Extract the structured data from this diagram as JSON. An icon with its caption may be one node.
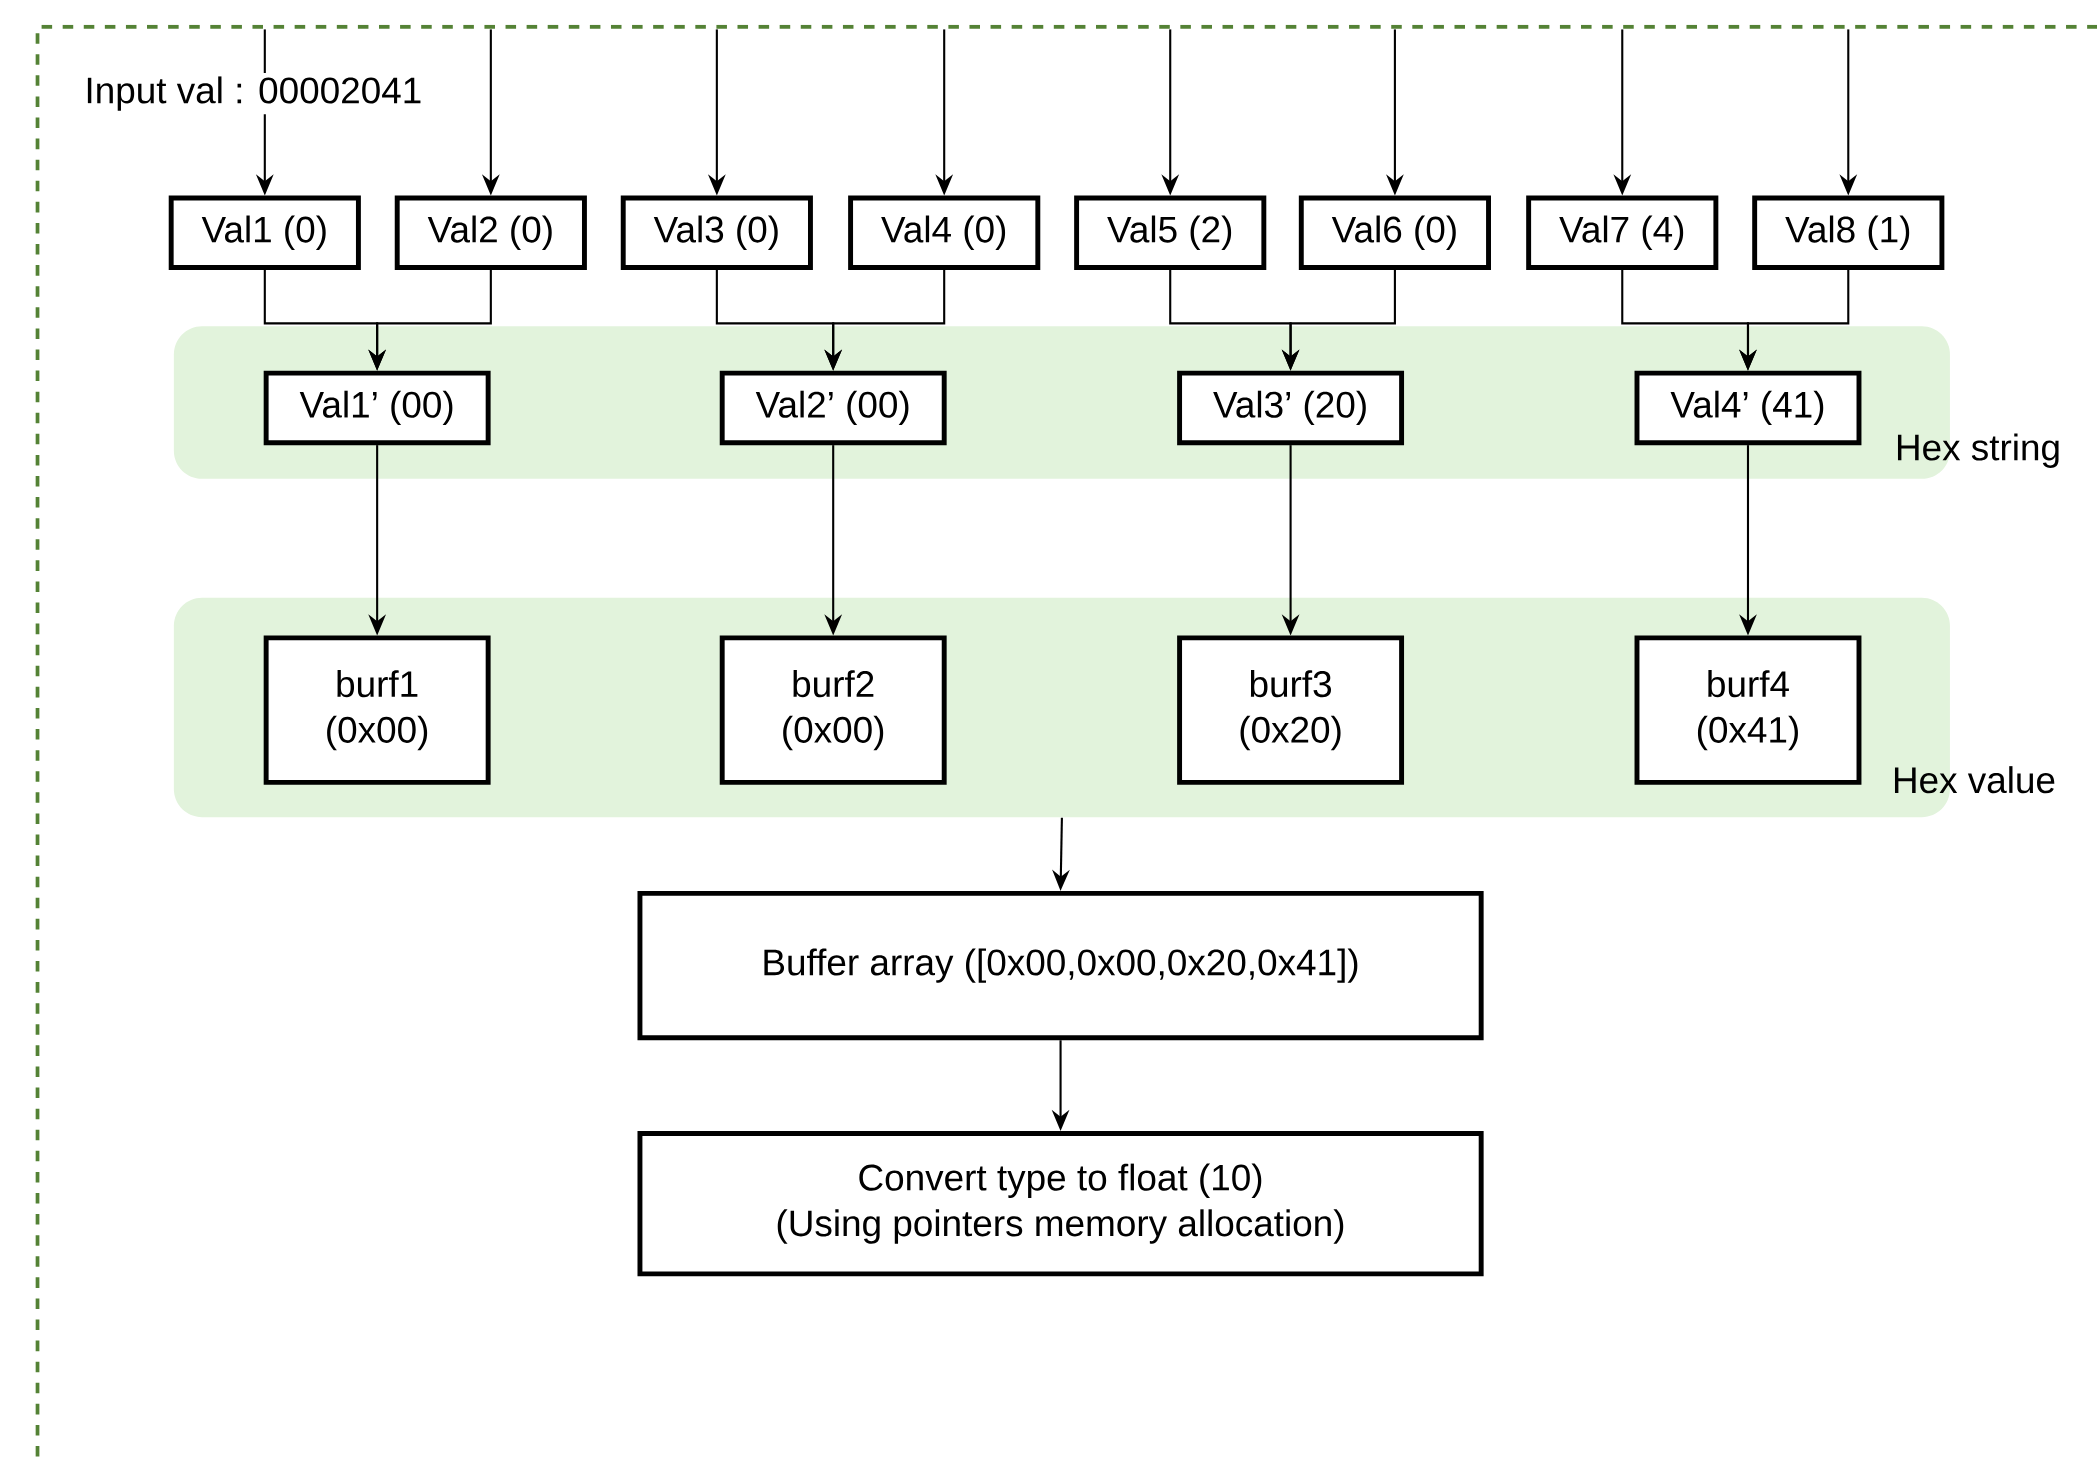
{
  "diagram": {
    "nodes": [
      {
        "text": [
          "Val1 (0)"
        ]
      },
      {
        "text": [
          "Val2 (0)"
        ]
      },
      {
        "text": [
          "Val3 (0)"
        ]
      },
      {
        "text": [
          "Val4 (0)"
        ]
      },
      {
        "text": [
          "Val5 (2)"
        ]
      },
      {
        "text": [
          "Val6 (0)"
        ]
      },
      {
        "text": [
          "Val7 (4)"
        ]
      },
      {
        "text": [
          "Val8 (1)"
        ]
      },
      {
        "text": [
          "Hex string"
        ]
      },
      {
        "text": [
          "Val1’ (00)"
        ],
        "in": 8
      },
      {
        "text": [
          "Val2’ (00)"
        ],
        "in": 8
      },
      {
        "text": [
          "Val3’ (20)"
        ],
        "in": 8
      },
      {
        "text": [
          "Val4’ (41)"
        ],
        "in": 8
      },
      {
        "text": [
          "Hex value"
        ]
      },
      {
        "text": [
          "burf1 (0x00)"
        ],
        "in": 13
      },
      {
        "text": [
          "burf2 (0x00)"
        ],
        "in": 13
      },
      {
        "text": [
          "burf3 (0x20)"
        ],
        "in": 13
      },
      {
        "text": [
          "burf4 (0x41)"
        ],
        "in": 13
      },
      {
        "text": [
          "Buffer array ([0x00,0x00,0x20,0x41])"
        ]
      },
      {
        "text": [
          "Convert type to float (10)",
          "(Using pointers memory allocation)"
        ]
      }
    ],
    "edges": [
      {
        "from": null,
        "to": 0,
        "arrow": "to"
      },
      {
        "from": null,
        "to": 1,
        "arrow": "to"
      },
      {
        "from": null,
        "to": 2,
        "arrow": "to"
      },
      {
        "from": null,
        "to": 3,
        "arrow": "to"
      },
      {
        "from": null,
        "to": 4,
        "arrow": "to"
      },
      {
        "from": null,
        "to": 5,
        "arrow": "to"
      },
      {
        "from": null,
        "to": 6,
        "arrow": "to"
      },
      {
        "from": null,
        "to": 7,
        "arrow": "to"
      },
      {
        "from": 0,
        "to": 9,
        "arrow": "to"
      },
      {
        "from": 1,
        "to": 9,
        "arrow": "to"
      },
      {
        "from": 2,
        "to": 10,
        "arrow": "to"
      },
      {
        "from": 3,
        "to": 10,
        "arrow": "to"
      },
      {
        "from": 4,
        "to": 11,
        "arrow": "to"
      },
      {
        "from": 5,
        "to": 11,
        "arrow": "to"
      },
      {
        "from": 6,
        "to": 12,
        "arrow": "to"
      },
      {
        "from": 7,
        "to": 12,
        "arrow": "to"
      },
      {
        "from": 9,
        "to": 14,
        "arrow": "to"
      },
      {
        "from": 10,
        "to": 15,
        "arrow": "to"
      },
      {
        "from": 11,
        "to": 16,
        "arrow": "to"
      },
      {
        "from": 12,
        "to": 17,
        "arrow": "to"
      },
      {
        "from": 13,
        "to": 18,
        "arrow": "to"
      },
      {
        "from": 18,
        "to": 19,
        "arrow": "to"
      }
    ],
    "labels": [
      "Input val : 00002041"
    ]
  }
}
